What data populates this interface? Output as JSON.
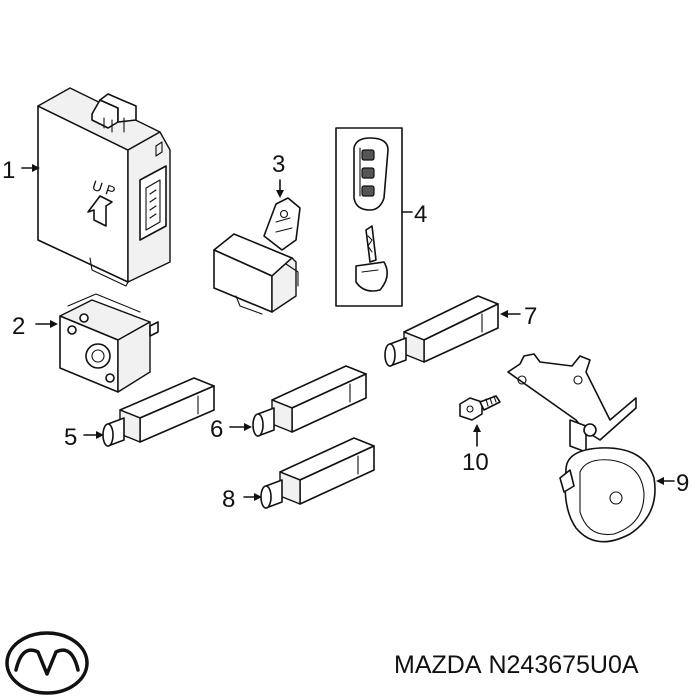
{
  "callouts": [
    {
      "id": "1",
      "label": "1"
    },
    {
      "id": "2",
      "label": "2"
    },
    {
      "id": "3",
      "label": "3"
    },
    {
      "id": "4",
      "label": "4"
    },
    {
      "id": "5",
      "label": "5"
    },
    {
      "id": "6",
      "label": "6"
    },
    {
      "id": "7",
      "label": "7"
    },
    {
      "id": "8",
      "label": "8"
    },
    {
      "id": "9",
      "label": "9"
    },
    {
      "id": "10",
      "label": "10"
    }
  ],
  "module_marking": "U P",
  "footer": {
    "brand": "MAZDA",
    "part_number": "N243675U0A",
    "logo_icon": "mazda-logo-icon"
  },
  "colors": {
    "line": "#111111",
    "background": "#ffffff"
  }
}
